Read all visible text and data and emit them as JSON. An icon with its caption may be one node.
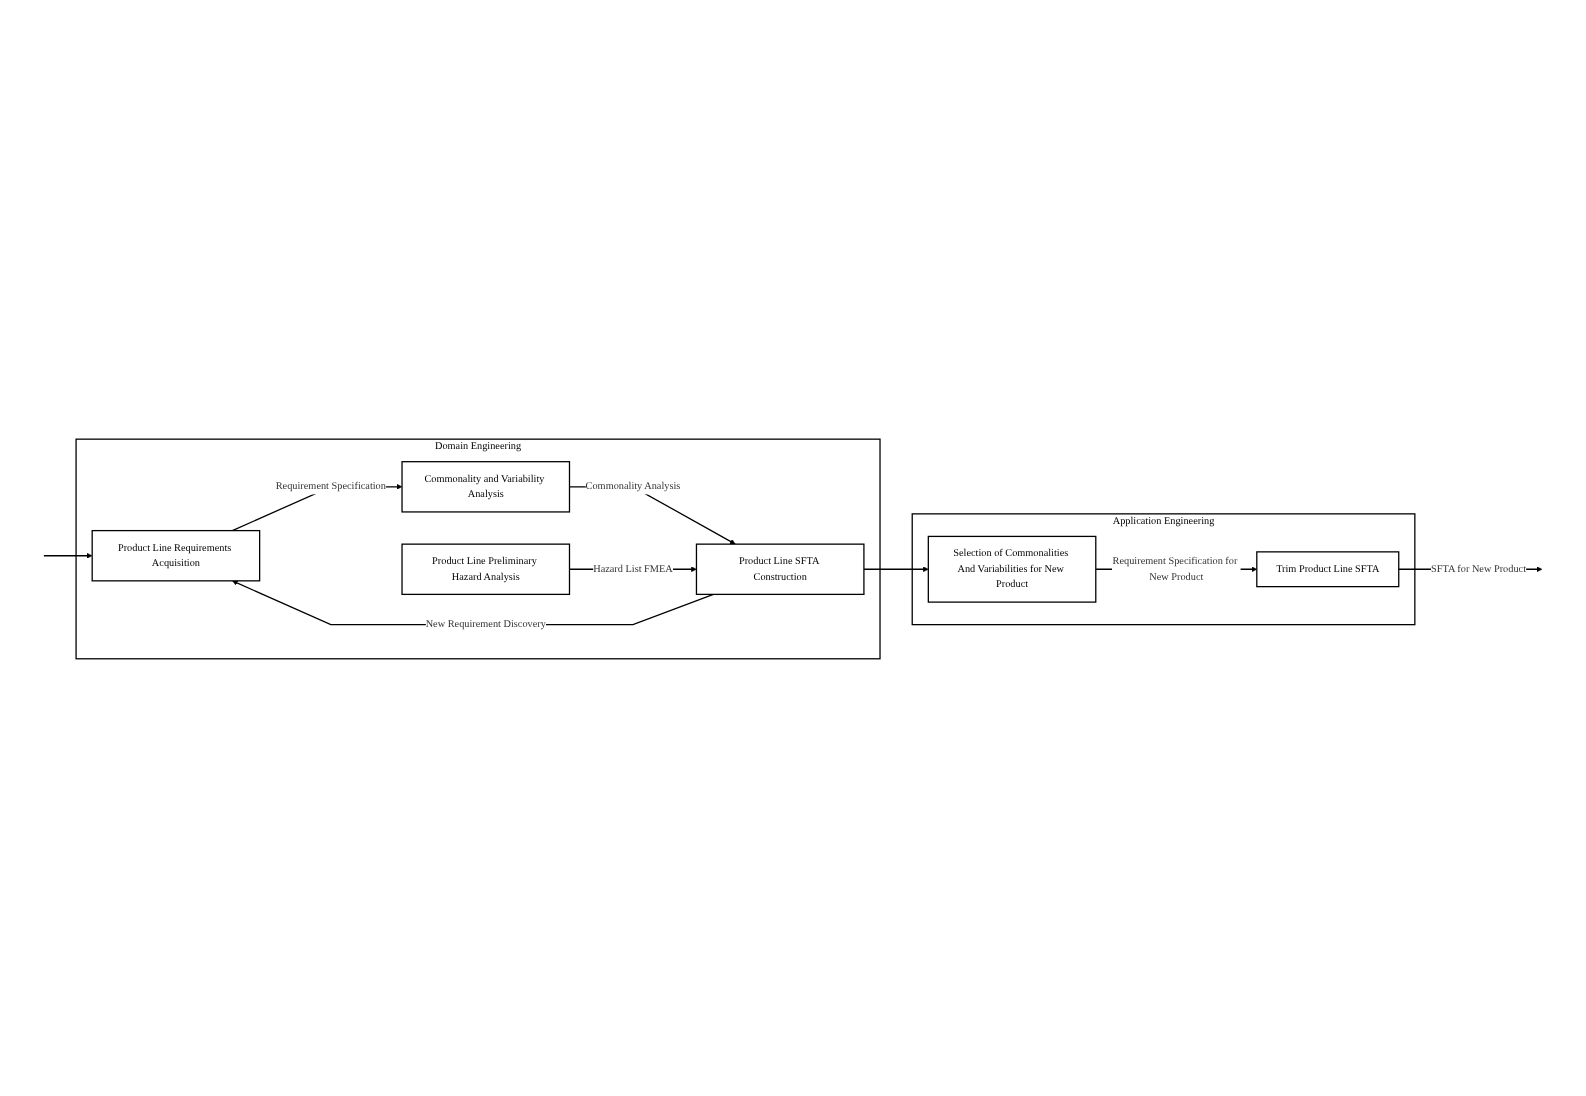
{
  "diagram": {
    "nodes": [
      {
        "text": [
          "Domain Engineering"
        ]
      },
      {
        "text": [
          "Product Line Requirements Acquisition"
        ],
        "in": 0
      },
      {
        "text": [
          "Commonality and Variability Analysis"
        ],
        "in": 0
      },
      {
        "text": [
          "Product Line SFTA Construction"
        ],
        "in": 0
      },
      {
        "text": [
          "Product Line Preliminary Hazard Analysis"
        ],
        "in": 0
      },
      {
        "text": [
          "Application Engineering"
        ]
      },
      {
        "text": [
          "Selection of Commonalities And Variabilities for New Product"
        ],
        "in": 5
      },
      {
        "text": [
          "Trim Product Line SFTA"
        ],
        "in": 5
      }
    ],
    "edges": [
      {
        "from": null,
        "to": 1,
        "arrow": "to"
      },
      {
        "from": 1,
        "to": 2,
        "arrow": "to",
        "label": "Requirement Specification"
      },
      {
        "from": 2,
        "to": 3,
        "arrow": "to",
        "label": "Commonality Analysis"
      },
      {
        "from": 4,
        "to": 3,
        "arrow": "to",
        "label": "Hazard List FMEA"
      },
      {
        "from": 3,
        "to": 1,
        "arrow": "to",
        "label": "New Requirement Discovery"
      },
      {
        "from": 3,
        "to": 6,
        "arrow": "to"
      },
      {
        "from": 6,
        "to": 7,
        "arrow": "to",
        "label": "Requirement Specification for New Product"
      },
      {
        "from": 7,
        "to": null,
        "arrow": "to",
        "label": "SFTA for New Product"
      }
    ]
  }
}
